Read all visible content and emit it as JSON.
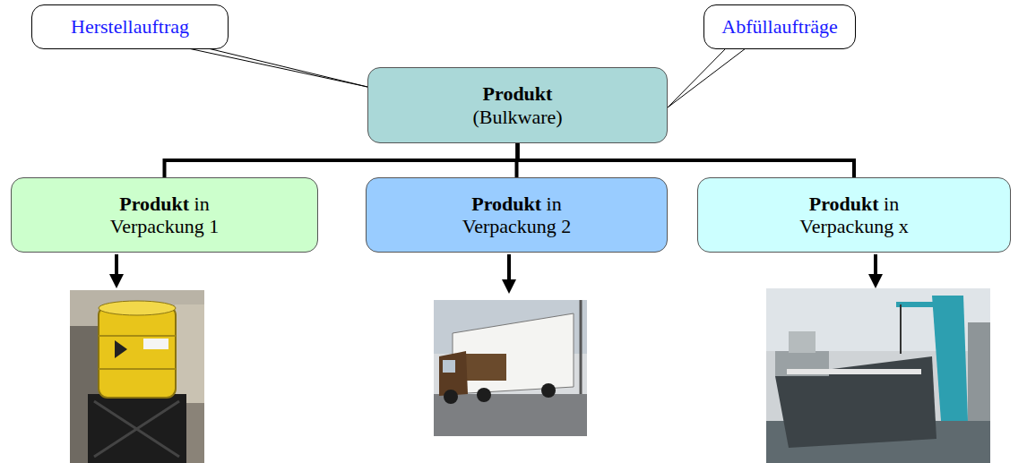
{
  "diagram": {
    "nodes": [
      {
        "text": [
          "Herstellauftrag"
        ]
      },
      {
        "text": [
          "Abfüllaufträge"
        ]
      },
      {
        "text": [
          "Produkt",
          "(Bulkware)"
        ]
      },
      {
        "text": [
          "Produkt",
          "in Verpackung 1"
        ]
      },
      {
        "text": [
          "Produkt",
          "in Verpackung 2"
        ]
      },
      {
        "text": [
          "Produkt",
          "in Verpackung x"
        ]
      }
    ],
    "edges": [
      {
        "from": 0,
        "to": 2,
        "arrow": "none"
      },
      {
        "from": 1,
        "to": 2,
        "arrow": "none"
      },
      {
        "from": 2,
        "to": 3,
        "arrow": "none"
      },
      {
        "from": 2,
        "to": 4,
        "arrow": "none"
      },
      {
        "from": 2,
        "to": 5,
        "arrow": "none"
      }
    ]
  }
}
